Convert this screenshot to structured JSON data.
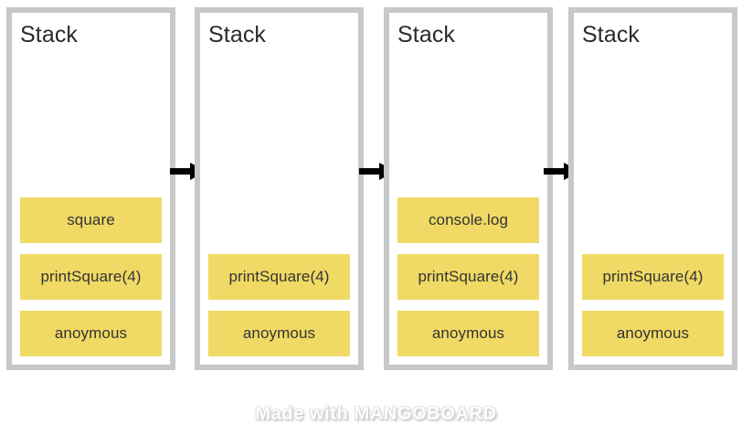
{
  "diagram": {
    "panel_title": "Stack",
    "arrow_icon": "arrow-right-icon",
    "panels": [
      {
        "id": "panel-1",
        "title": "Stack",
        "frames": [
          {
            "label": "square",
            "empty": false
          },
          {
            "label": "printSquare(4)",
            "empty": false
          },
          {
            "label": "anoymous",
            "empty": false
          }
        ]
      },
      {
        "id": "panel-2",
        "title": "Stack",
        "frames": [
          {
            "label": "",
            "empty": true
          },
          {
            "label": "printSquare(4)",
            "empty": false
          },
          {
            "label": "anoymous",
            "empty": false
          }
        ]
      },
      {
        "id": "panel-3",
        "title": "Stack",
        "frames": [
          {
            "label": "console.log",
            "empty": false
          },
          {
            "label": "printSquare(4)",
            "empty": false
          },
          {
            "label": "anoymous",
            "empty": false
          }
        ]
      },
      {
        "id": "panel-4",
        "title": "Stack",
        "frames": [
          {
            "label": "",
            "empty": true
          },
          {
            "label": "printSquare(4)",
            "empty": false
          },
          {
            "label": "anoymous",
            "empty": false
          }
        ]
      }
    ],
    "arrows": [
      {
        "id": "arrow-1",
        "direction": "right"
      },
      {
        "id": "arrow-2",
        "direction": "right"
      },
      {
        "id": "arrow-3",
        "direction": "right"
      }
    ]
  },
  "footer": {
    "watermark": "Made with MANGOBOARD"
  },
  "colors": {
    "frame_fill": "#f0da65",
    "panel_border": "#c8c8c8",
    "panel_fill": "#ffffff",
    "text": "#333333",
    "arrow": "#000000",
    "watermark": "#ffffff"
  }
}
